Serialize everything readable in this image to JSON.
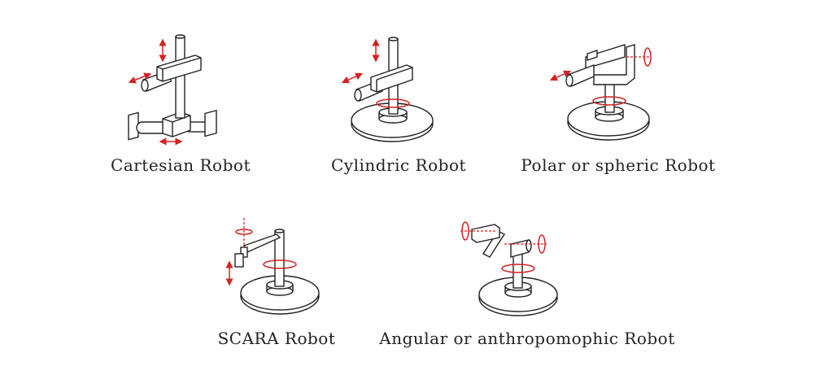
{
  "robots": [
    {
      "label": "Cartesian Robot"
    },
    {
      "label": "Cylindric Robot"
    },
    {
      "label": "Polar or spheric Robot"
    },
    {
      "label": "SCARA Robot"
    },
    {
      "label": "Angular or anthropomophic Robot"
    }
  ],
  "colors": {
    "motion_arrows": "#d42020",
    "lines": "#222222"
  }
}
